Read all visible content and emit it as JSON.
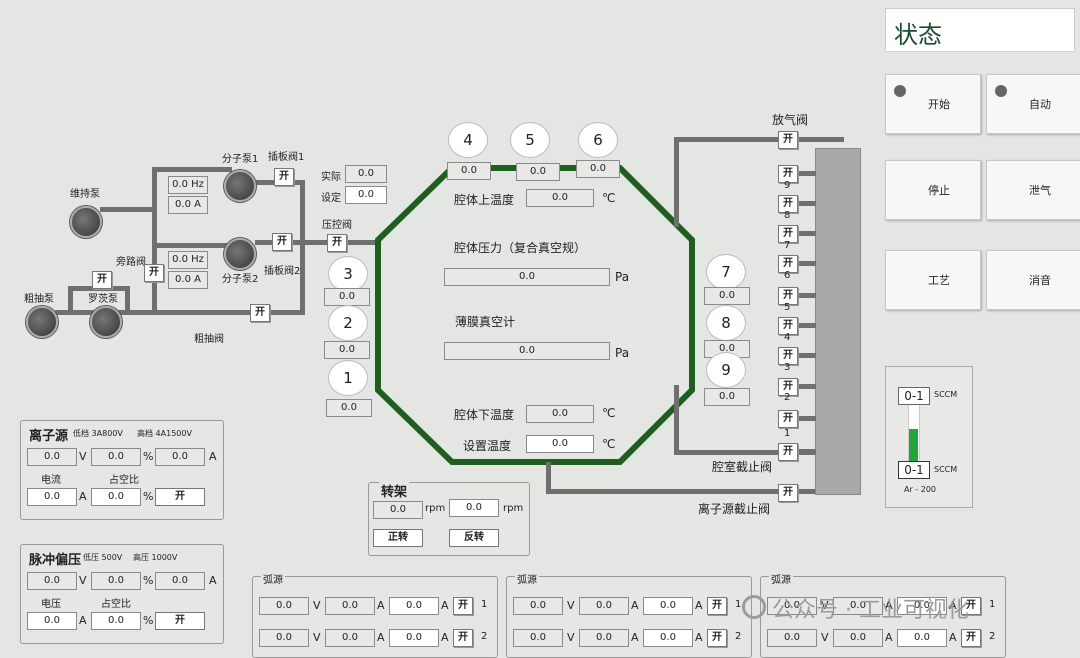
{
  "status_title": "状态",
  "status_buttons": [
    "开始",
    "自动",
    "停止",
    "泄气",
    "工艺",
    "消音"
  ],
  "on": "开",
  "pumps": {
    "maintain": "维持泵",
    "molecular1": "分子泵1",
    "molecular2": "分子泵2",
    "rough": "粗抽泵",
    "roots": "罗茨泵"
  },
  "valves": {
    "gate1": "插板阀1",
    "gate2": "插板阀2",
    "bypass": "旁路阀",
    "rough_valve": "粗抽阀",
    "pressure": "压控阀",
    "vent": "放气阀",
    "chamber_stop": "腔室截止阀",
    "ion_stop": "离子源截止阀"
  },
  "mp1": {
    "hz": "0.0 Hz",
    "a": "0.0 A"
  },
  "mp2": {
    "hz": "0.0 Hz",
    "a": "0.0 A"
  },
  "actual_label": "实际",
  "actual_value": "0.0",
  "set_label": "设定",
  "set_value": "0.0",
  "chamber": {
    "top_temp_label": "腔体上温度",
    "top_temp": "0.0",
    "pressure_label": "腔体压力（复合真空规）",
    "pressure": "0.0",
    "film_label": "薄膜真空计",
    "film": "0.0",
    "bottom_temp_label": "腔体下温度",
    "bottom_temp": "0.0",
    "set_temp_label": "设置温度",
    "set_temp": "0.0",
    "unit_c": "℃",
    "unit_pa": "Pa"
  },
  "targets": [
    {
      "n": "1",
      "v": "0.0"
    },
    {
      "n": "2",
      "v": "0.0"
    },
    {
      "n": "3",
      "v": "0.0"
    },
    {
      "n": "4",
      "v": "0.0"
    },
    {
      "n": "5",
      "v": "0.0"
    },
    {
      "n": "6",
      "v": "0.0"
    },
    {
      "n": "7",
      "v": "0.0"
    },
    {
      "n": "8",
      "v": "0.0"
    },
    {
      "n": "9",
      "v": "0.0"
    }
  ],
  "gas_numbers": [
    "9",
    "8",
    "7",
    "6",
    "5",
    "4",
    "3",
    "2",
    "1"
  ],
  "mfc": {
    "top": "0-1",
    "bottom": "0-1",
    "unit": "SCCM",
    "gas": "Ar - 200"
  },
  "ion_source": {
    "title": "离子源",
    "low": "低档 3A800V",
    "high": "高档 4A1500V",
    "r1": [
      "0.0",
      "0.0",
      "0.0"
    ],
    "u_v": "V",
    "u_pct": "%",
    "u_a": "A",
    "current_label": "电流",
    "duty_label": "占空比",
    "cur": "0.0",
    "duty": "0.0"
  },
  "pulse_bias": {
    "title": "脉冲偏压",
    "low": "低压 500V",
    "high": "高压 1000V",
    "r1": [
      "0.0",
      "0.0",
      "0.0"
    ],
    "voltage_label": "电压",
    "duty_label": "占空比",
    "volt": "0.0",
    "duty": "0.0"
  },
  "rotary": {
    "title": "转架",
    "actual": "0.0",
    "set": "0.0",
    "unit": "rpm",
    "fwd": "正转",
    "rev": "反转"
  },
  "arc": {
    "title": "弧源",
    "val": "0.0",
    "u_v": "V",
    "u_a": "A",
    "n1": "1",
    "n2": "2"
  },
  "watermark": "公众号 · 工业可视化"
}
